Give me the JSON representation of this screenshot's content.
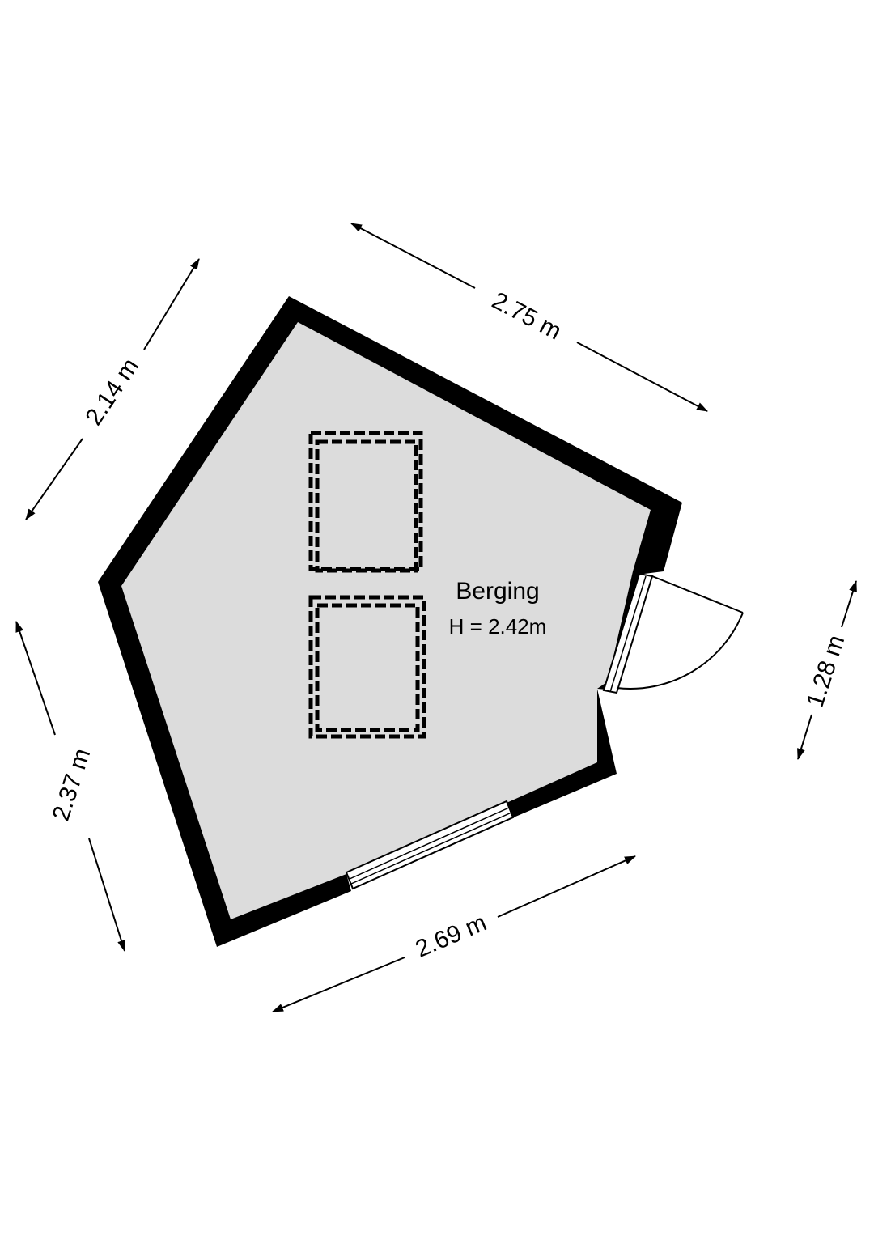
{
  "room": {
    "name": "Berging",
    "height_label": "H = 2.42m"
  },
  "dimensions": {
    "top": "2.75 m",
    "upper_left": "2.14 m",
    "lower_left": "2.37 m",
    "bottom": "2.69 m",
    "right": "1.28 m"
  },
  "colors": {
    "floor": "#dcdcdc",
    "wall": "#000000",
    "background": "#ffffff"
  }
}
